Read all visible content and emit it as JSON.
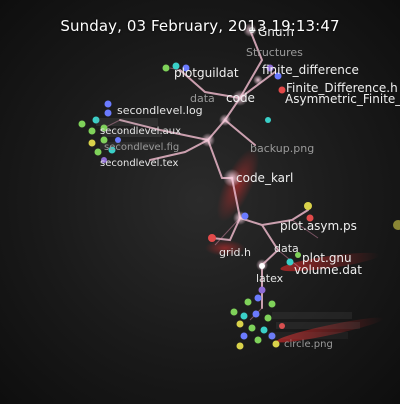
{
  "timestamp": "Sunday, 03 February, 2013 19:13:47",
  "colors": {
    "background": "#1a1a1a",
    "edge_pink": "#e8a0b4",
    "edge_red": "#c0392b",
    "node_green": "#7fd25a",
    "node_blue": "#6b7bff",
    "node_yellow": "#d9d24a",
    "node_cyan": "#3ad0c8",
    "node_red": "#e24a4a",
    "node_purple": "#8e6bd6"
  },
  "labels": [
    {
      "name": "label-gnuh",
      "text": "Gnu.h"
    },
    {
      "name": "label-structures",
      "text": "Structures"
    },
    {
      "name": "label-plotguildata",
      "text": "plotguildat"
    },
    {
      "name": "label-finite-difference",
      "text": "finite_difference"
    },
    {
      "name": "label-finite-difference-h",
      "text": "Finite_Difference.h"
    },
    {
      "name": "label-asymmetric",
      "text": "Asymmetric_Finite_"
    },
    {
      "name": "label-data",
      "text": "data"
    },
    {
      "name": "label-code",
      "text": "code"
    },
    {
      "name": "label-secondlevel",
      "text": "secondlevel.log"
    },
    {
      "name": "label-secondlevel-aux",
      "text": "secondlevel.aux"
    },
    {
      "name": "label-secondlevel-fig",
      "text": "secondlevel.fig"
    },
    {
      "name": "label-secondlevel-tex",
      "text": "secondlevel.tex"
    },
    {
      "name": "label-backup-png",
      "text": "backup.png"
    },
    {
      "name": "label-code-karl",
      "text": "code_karl"
    },
    {
      "name": "label-plot-asym",
      "text": "plot.asym.ps"
    },
    {
      "name": "label-grid-h",
      "text": "grid.h"
    },
    {
      "name": "label-data-2",
      "text": "data"
    },
    {
      "name": "label-plot-gnu",
      "text": "plot.gnu"
    },
    {
      "name": "label-volume-dat",
      "text": "volume.dat"
    },
    {
      "name": "label-latex",
      "text": "latex"
    },
    {
      "name": "label-circle-png",
      "text": "circle.png"
    }
  ]
}
